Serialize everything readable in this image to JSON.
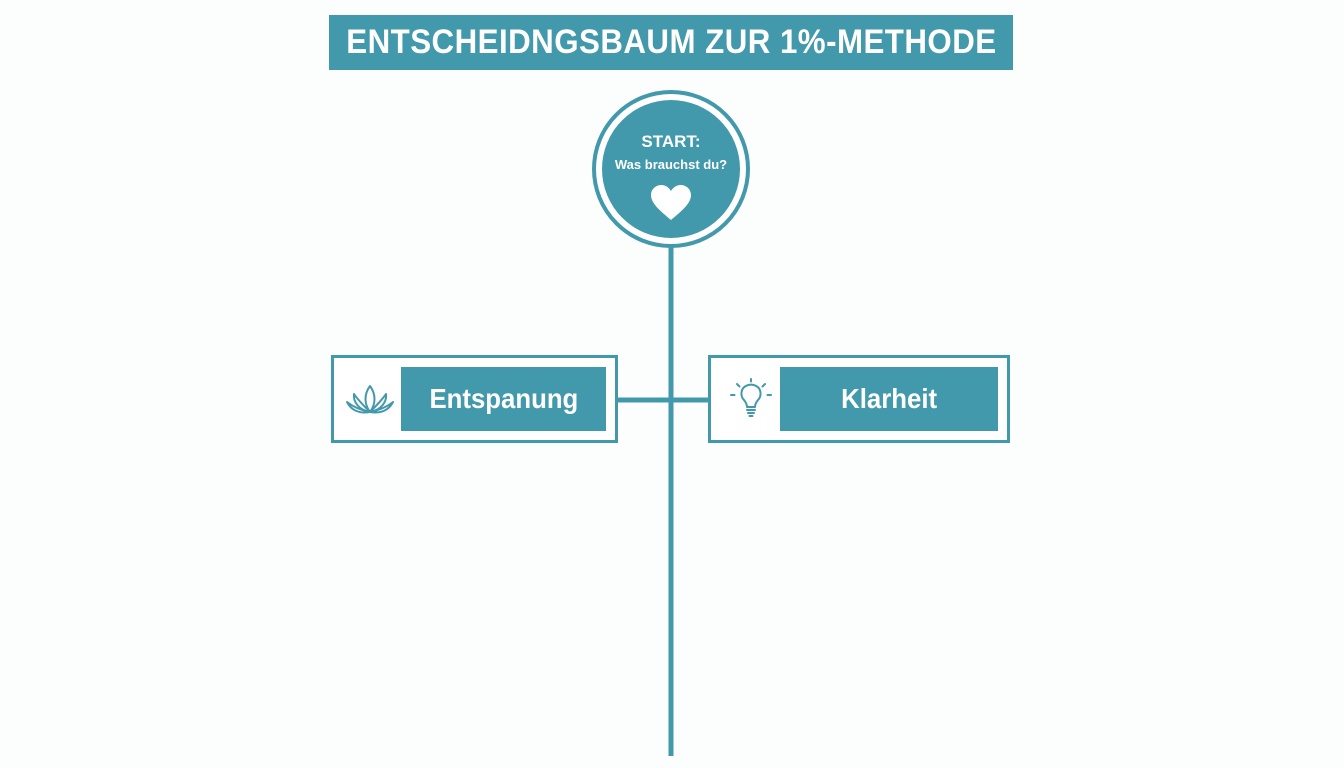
{
  "title": "ENTSCHEIDNGSBAUM ZUR 1%-METHODE",
  "colors": {
    "accent": "#4399ac",
    "background": "#fcfdfd",
    "text_on_accent": "#ffffff"
  },
  "start": {
    "label": "START:",
    "question": "Was brauchst du?",
    "icon": "heart-icon"
  },
  "branches": [
    {
      "label": "Entspanung",
      "icon": "lotus-icon"
    },
    {
      "label": "Klarheit",
      "icon": "lightbulb-icon"
    }
  ]
}
